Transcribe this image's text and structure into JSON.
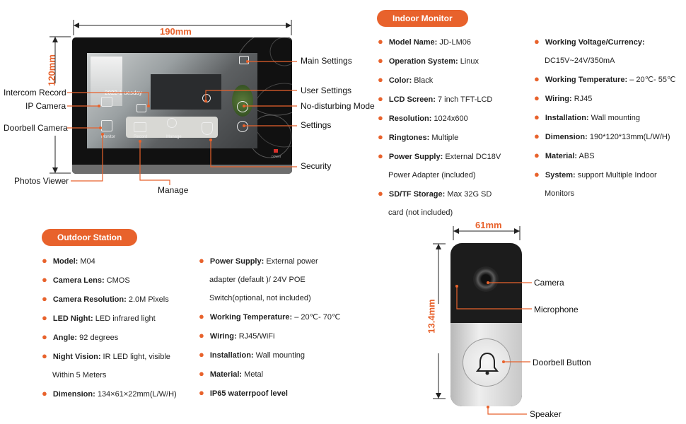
{
  "monitor": {
    "width_label": "190mm",
    "height_label": "120mm",
    "screen_date": "2022-1 uesday",
    "power_label": "power",
    "screen_labels": [
      "Monitor",
      "Record",
      "Manage"
    ],
    "callouts_left": [
      "Intercom Record",
      "IP Camera",
      "Doorbell Camera",
      "Photos Viewer"
    ],
    "callouts_right": [
      "Main Settings",
      "User Settings",
      "No-disturbing Mode",
      "Settings",
      "Security"
    ],
    "callout_bottom": "Manage"
  },
  "indoor": {
    "title": "Indoor Monitor",
    "col1": [
      {
        "k": "Model Name:",
        "v": " JD-LM06"
      },
      {
        "k": "Operation System:",
        "v": " Linux"
      },
      {
        "k": "Color:",
        "v": " Black"
      },
      {
        "k": "LCD Screen:",
        "v": " 7 inch TFT-LCD"
      },
      {
        "k": "Resolution:",
        "v": " 1024x600"
      },
      {
        "k": "Ringtones:",
        "v": "  Multiple"
      },
      {
        "k": "Power Supply:",
        "v": " External DC18V",
        "cont": "Power Adapter (included)"
      },
      {
        "k": "SD/TF Storage:",
        "v": " Max 32G SD",
        "cont": "card (not included)"
      }
    ],
    "col2": [
      {
        "k": "Working Voltage/Currency:",
        "v": "",
        "cont": "DC15V~24V/350mA"
      },
      {
        "k": "Working Temperature:",
        "v": " – 20℃- 55℃"
      },
      {
        "k": "Wiring:",
        "v": " RJ45"
      },
      {
        "k": "Installation:",
        "v": " Wall mounting"
      },
      {
        "k": "Dimension:",
        "v": " 190*120*13mm(L/W/H)"
      },
      {
        "k": "Material:",
        "v": " ABS"
      },
      {
        "k": "System:",
        "v": " support Multiple Indoor",
        "cont": "Monitors"
      }
    ]
  },
  "outdoor": {
    "title": "Outdoor Station",
    "col1": [
      {
        "k": "Model:",
        "v": " M04"
      },
      {
        "k": "Camera Lens:",
        "v": " CMOS"
      },
      {
        "k": "Camera Resolution:",
        "v": " 2.0M Pixels"
      },
      {
        "k": "LED Night:",
        "v": " LED infrared light"
      },
      {
        "k": "Angle:",
        "v": " 92 degrees"
      },
      {
        "k": "Night Vision:",
        "v": " IR LED light, visible",
        "cont": "Within 5 Meters"
      },
      {
        "k": "Dimension:",
        "v": " 134×61×22mm(L/W/H)"
      }
    ],
    "col2": [
      {
        "k": "Power Supply:",
        "v": " External power",
        "cont": "adapter (default )/ 24V POE",
        "cont2": "Switch(optional, not included)"
      },
      {
        "k": "Working Temperature:",
        "v": " – 20℃- 70℃"
      },
      {
        "k": "Wiring:",
        "v": " RJ45/WiFi"
      },
      {
        "k": "Installation:",
        "v": "  Wall mounting"
      },
      {
        "k": "Material:",
        "v": " Metal"
      },
      {
        "k": "IP65 waterrpoof level",
        "v": ""
      }
    ]
  },
  "doorbell": {
    "width_label": "61mm",
    "height_label": "13.4mm",
    "callouts": [
      "Camera",
      "Microphone",
      "Doorbell Button",
      "Speaker"
    ]
  }
}
